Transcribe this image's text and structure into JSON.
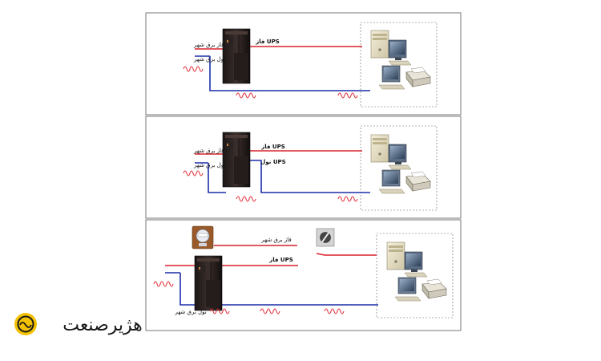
{
  "panels": [
    {
      "labels": {
        "city_phase": "فاز برق شهر",
        "city_neutral": "نول برق شهر",
        "ups_phase": "فاز UPS"
      }
    },
    {
      "labels": {
        "city_phase": "فاز برق شهر",
        "city_neutral": "نول برق شهر",
        "ups_phase": "فاز UPS",
        "ups_neutral": "نول UPS"
      }
    },
    {
      "labels": {
        "city_phase": "فاز برق شهر",
        "ups_phase": "فاز UPS",
        "city_neutral": "نول برق شهر"
      }
    }
  ],
  "brand": {
    "name": "هژیرصنعت"
  },
  "colors": {
    "phase": "#d8202a",
    "neutral": "#1c2fa8",
    "wave": "#e0303a",
    "accent": "#f2c200"
  },
  "icons": [
    "ups-cabinet-icon",
    "computer-icon",
    "printer-icon",
    "meter-icon",
    "changeover-switch-icon",
    "wave-icon"
  ]
}
